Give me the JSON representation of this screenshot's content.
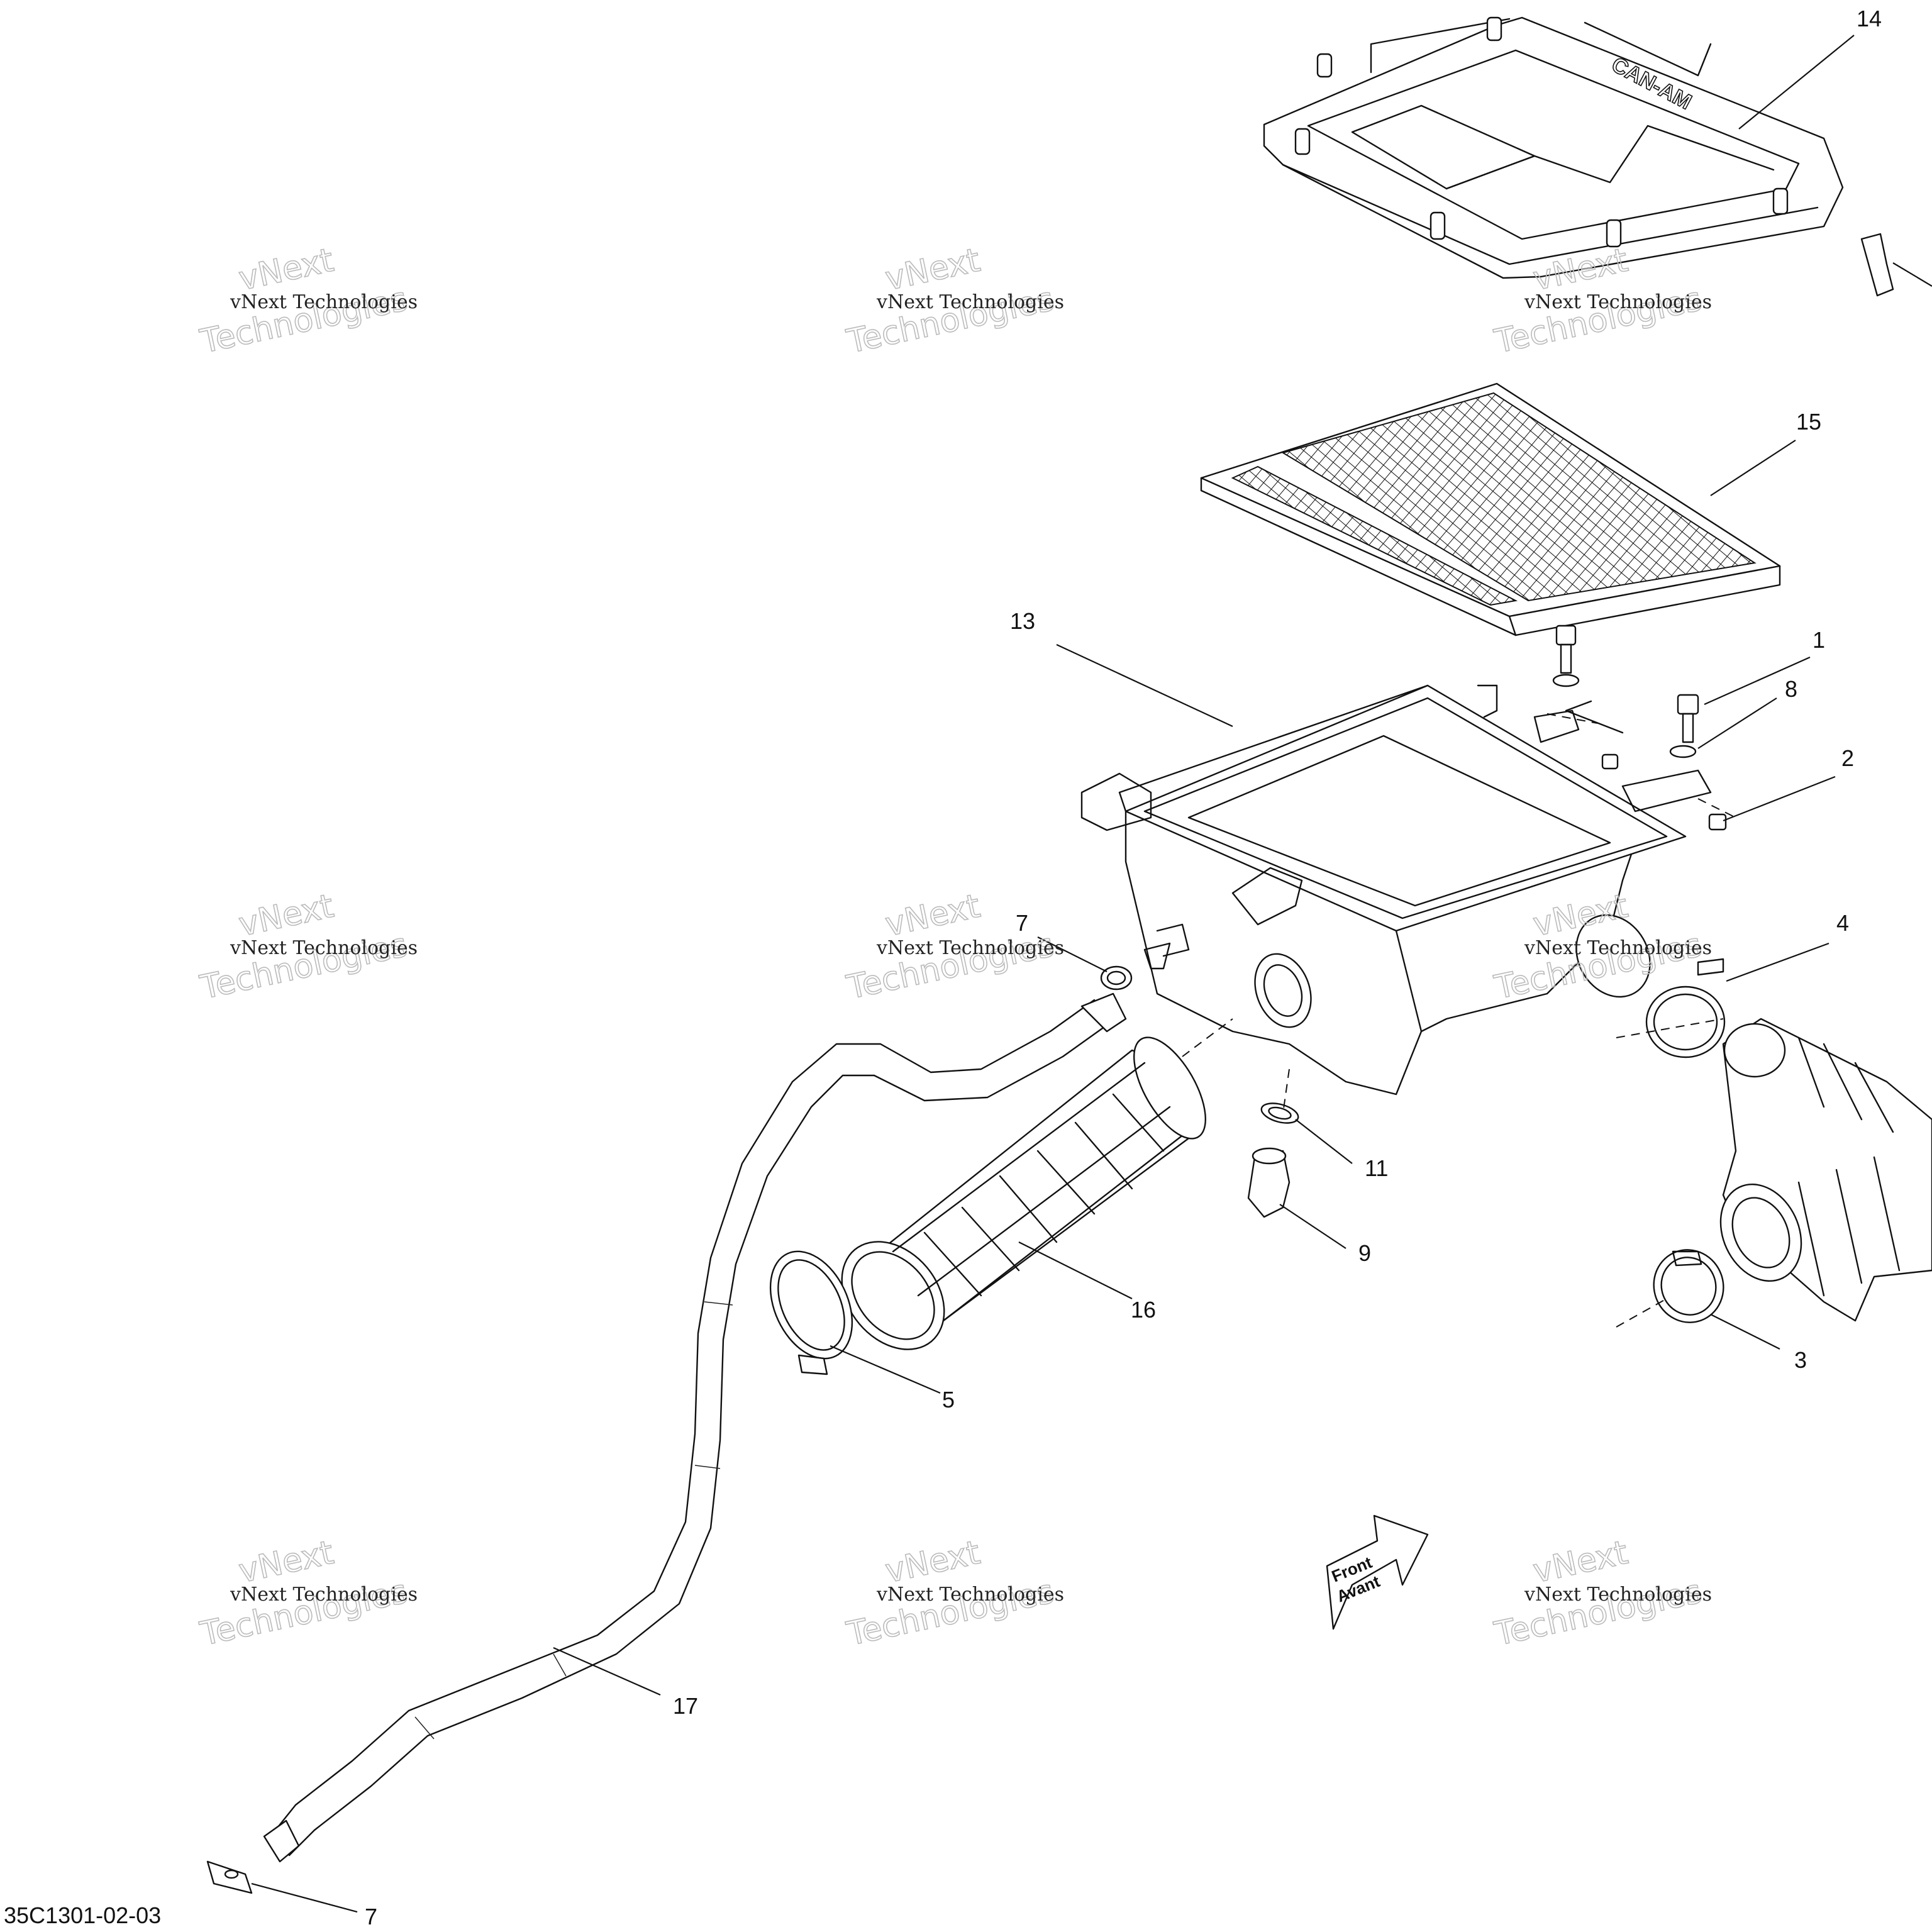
{
  "watermark": {
    "line1": "vNext Technologies",
    "line2": "vNext",
    "line3": "Technologies"
  },
  "direction_arrow": {
    "line1": "Front",
    "line2": "Avant"
  },
  "reference_code": "35C1301-02-03",
  "callouts": {
    "c1": "1",
    "c2": "2",
    "c3": "3",
    "c4": "4",
    "c5": "5",
    "c7a": "7",
    "c7b": "7",
    "c8": "8",
    "c9": "9",
    "c11": "11",
    "c13": "13",
    "c14": "14",
    "c15": "15",
    "c16": "16",
    "c17": "17"
  }
}
